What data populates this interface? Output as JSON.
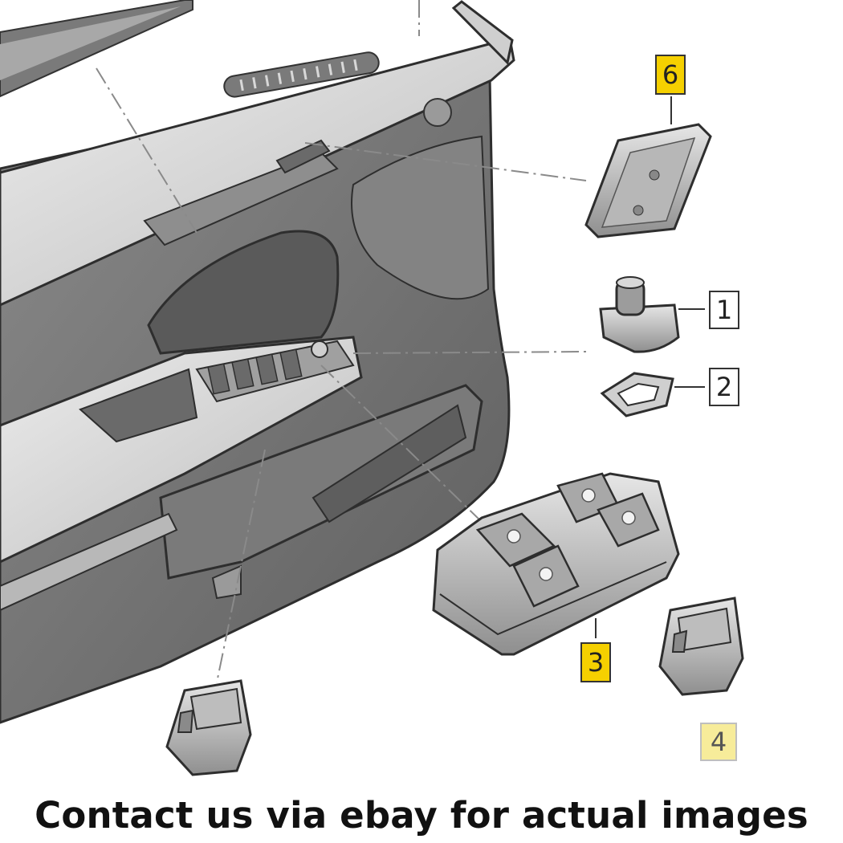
{
  "colors": {
    "highlight": "#f5d000",
    "highlight_soft": "#f7ec9a",
    "outline": "#333333",
    "panel_dark": "#6e6e6e",
    "panel_mid": "#9a9a9a",
    "panel_light": "#d2d2d2"
  },
  "callouts": {
    "c1": "1",
    "c2": "2",
    "c3": "3",
    "c4": "4",
    "c6": "6"
  },
  "footer": {
    "text": "Contact us via ebay for actual images"
  }
}
